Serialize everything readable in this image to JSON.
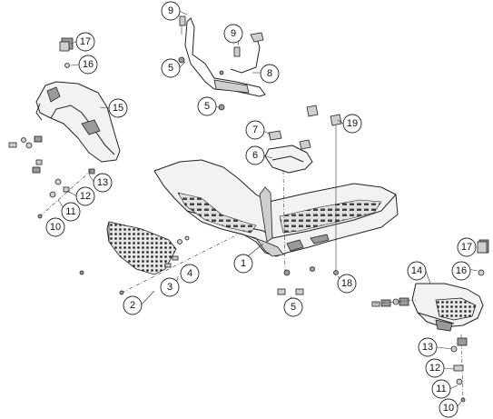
{
  "callouts": {
    "c1": "1",
    "c2": "2",
    "c3": "3",
    "c4": "4",
    "c5a": "5",
    "c5b": "5",
    "c5c": "5",
    "c6": "6",
    "c7": "7",
    "c8": "8",
    "c9a": "9",
    "c9b": "9",
    "c10a": "10",
    "c10b": "10",
    "c11a": "11",
    "c11b": "11",
    "c12a": "12",
    "c12b": "12",
    "c13a": "13",
    "c13b": "13",
    "c14": "14",
    "c15": "15",
    "c16a": "16",
    "c16b": "16",
    "c17a": "17",
    "c17b": "17",
    "c18": "18",
    "c19": "19"
  }
}
